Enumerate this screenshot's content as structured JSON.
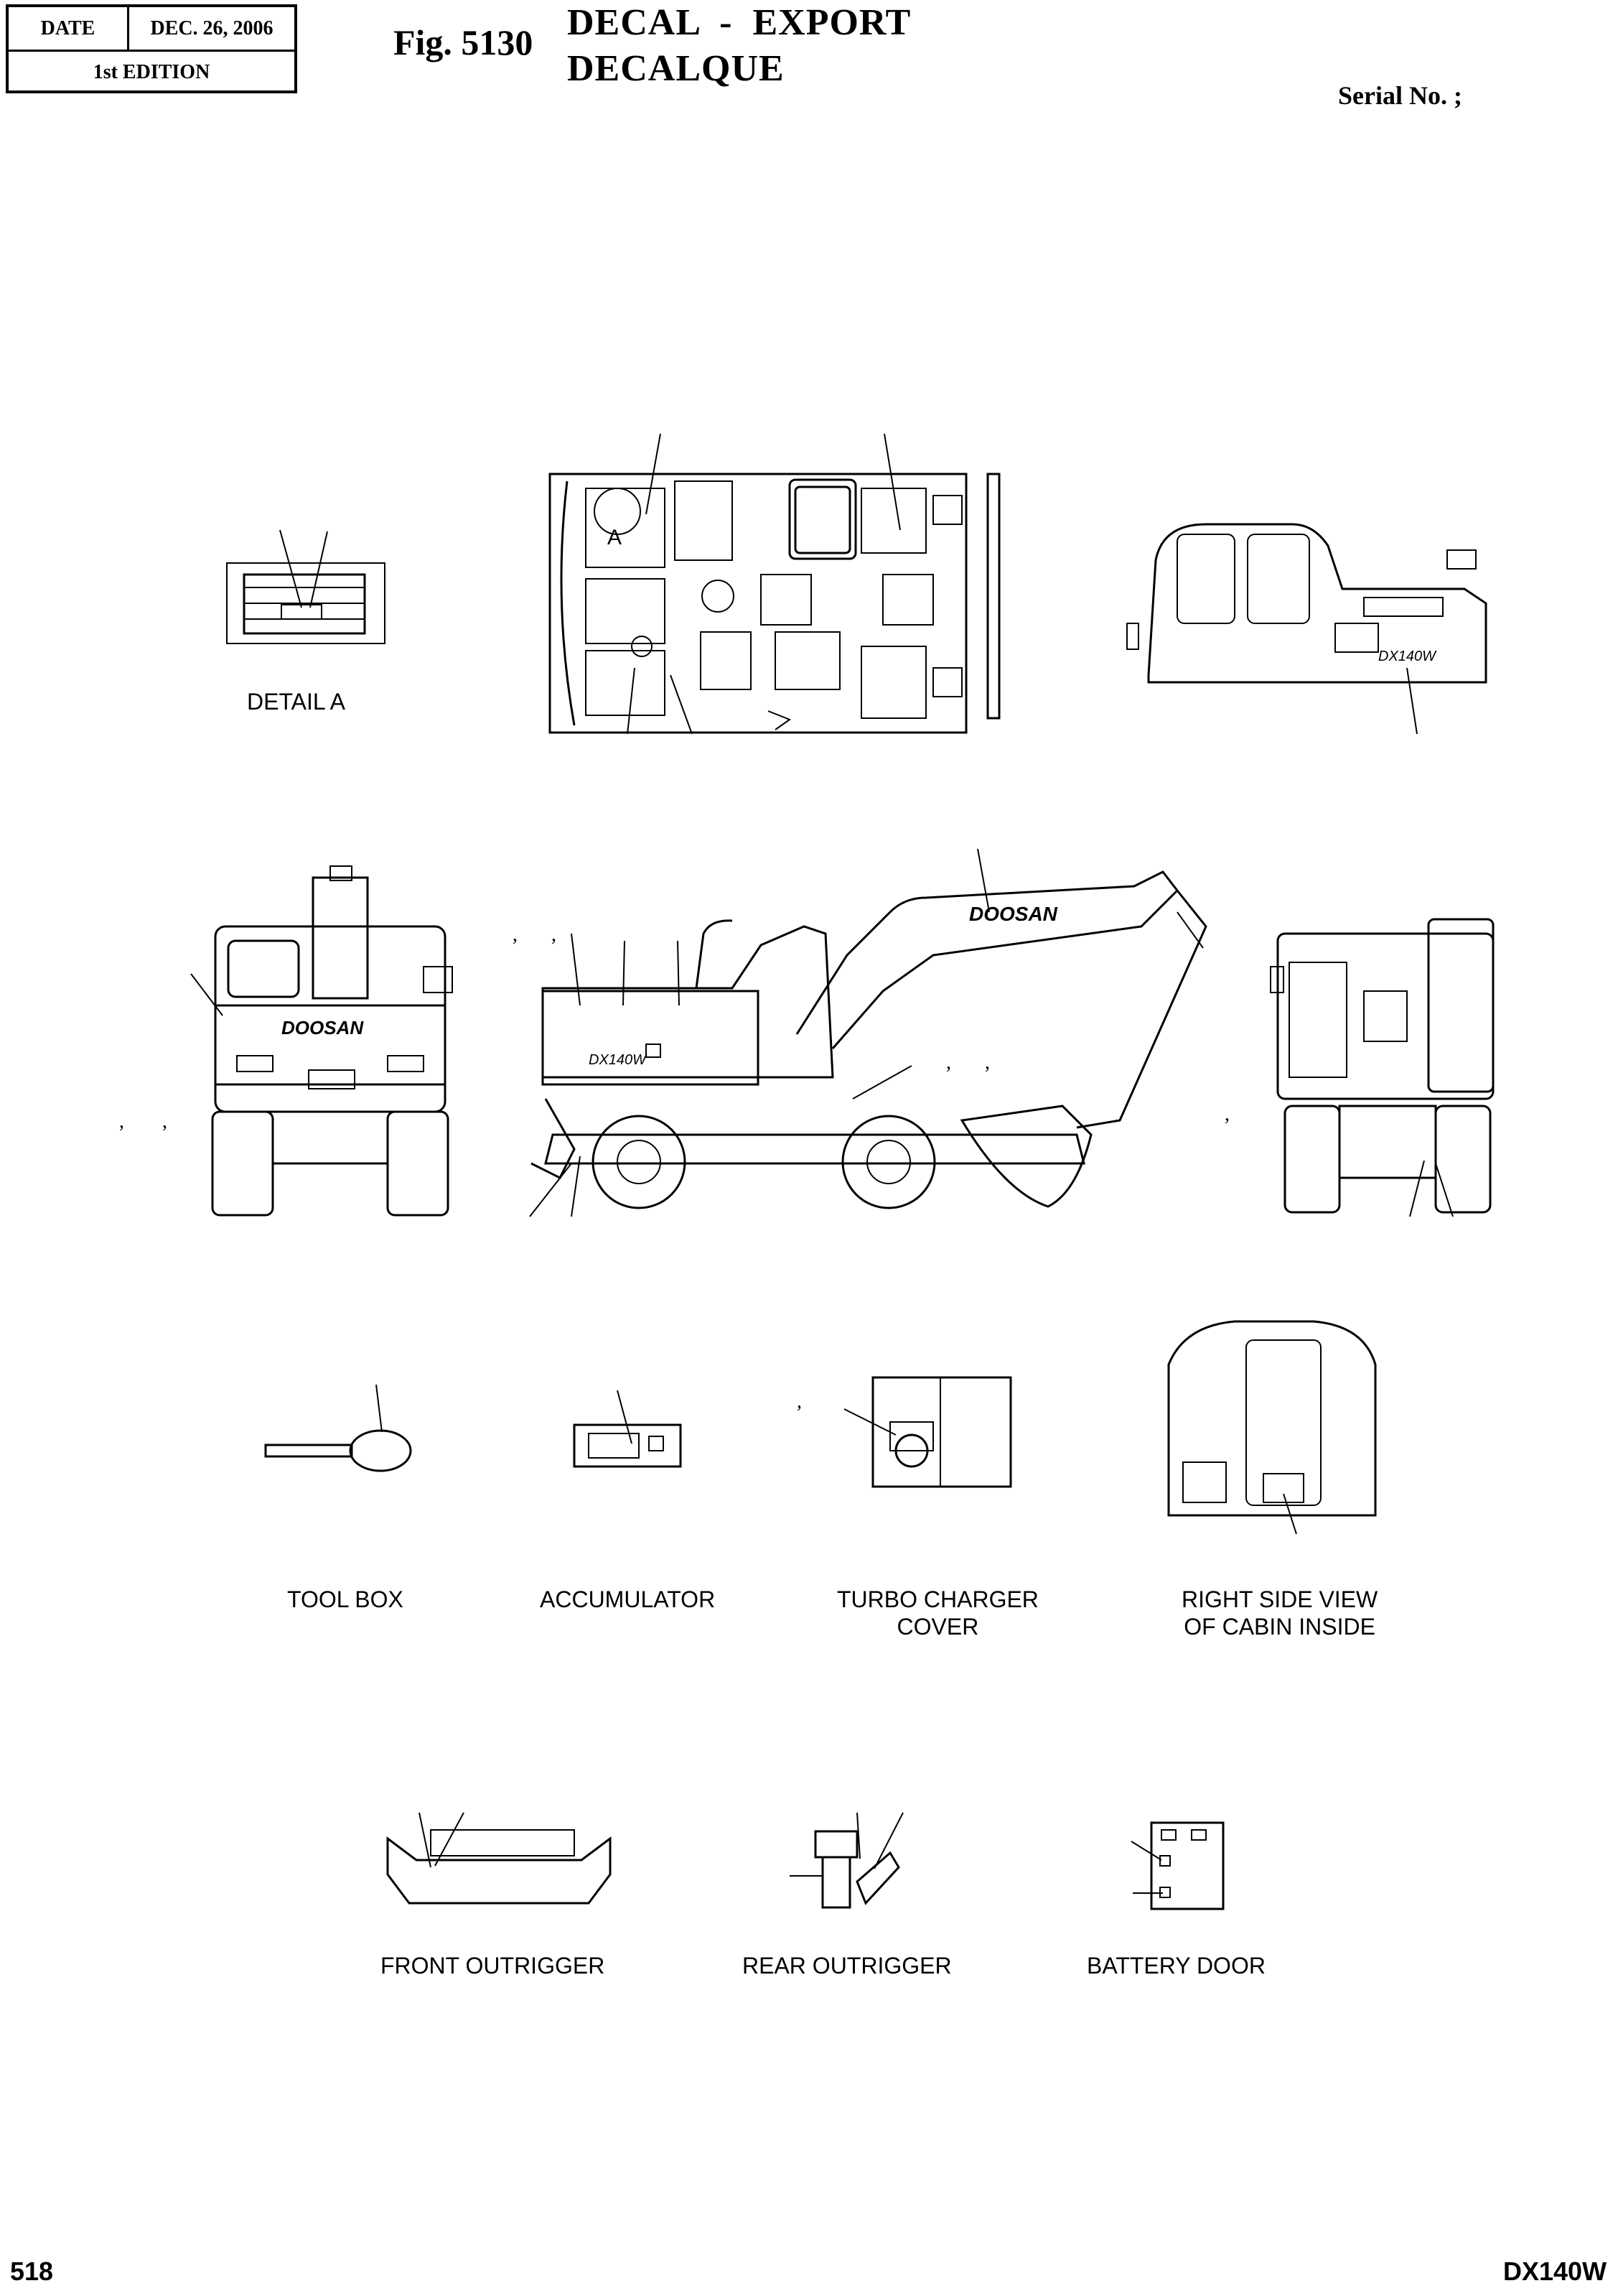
{
  "header": {
    "date_label": "DATE",
    "date_value": "DEC. 26, 2006",
    "edition": "1st EDITION",
    "fig_number": "Fig. 5130",
    "title_line1": "DECAL  -  EXPORT",
    "title_line2": "DECALQUE",
    "serial": "Serial No. ;"
  },
  "labels": {
    "detail_a": "DETAIL  A",
    "tool_box": "TOOL BOX",
    "accumulator": "ACCUMULATOR",
    "turbo_charger": "TURBO CHARGER\nCOVER",
    "cabin_inside": "RIGHT SIDE VIEW\nOF CABIN INSIDE",
    "front_outrigger": "FRONT OUTRIGGER",
    "rear_outrigger": "REAR OUTRIGGER",
    "battery_door": "BATTERY DOOR"
  },
  "brand_texts": {
    "brand": "DOOSAN",
    "model_badge": "DX140W",
    "detail_letter": "A"
  },
  "footer": {
    "page_number": "518",
    "model": "DX140W"
  }
}
